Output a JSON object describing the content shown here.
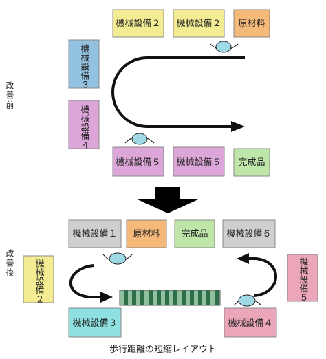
{
  "before": {
    "side_label": "改善前",
    "boxes": {
      "machine_2a": "機械設備２",
      "machine_2b": "機械設備２",
      "raw_material": "原材料",
      "machine_3": "機械設備３",
      "machine_4": "機械設備４",
      "machine_5a": "機械設備５",
      "machine_5b": "機械設備５",
      "finished_goods": "完成品"
    }
  },
  "after": {
    "side_label": "改善後",
    "boxes": {
      "machine_1": "機械設備１",
      "raw_material": "原材料",
      "finished_goods": "完成品",
      "machine_6": "機械設備６",
      "machine_2": "機械設備２",
      "machine_5": "機械設備５",
      "machine_3": "機械設備３",
      "machine_4": "機械設備４"
    }
  },
  "caption": "歩行距離の短縮レイアウト",
  "colors": {
    "yellow": "#f3ec93",
    "orange": "#f5b97a",
    "blue": "#93c2e0",
    "violet": "#dca6d8",
    "green": "#bfe6a9",
    "gray": "#cfcfcf",
    "cyan": "#8fe0e0",
    "pink": "#eba6ba",
    "worker": "#9fd9e6"
  }
}
